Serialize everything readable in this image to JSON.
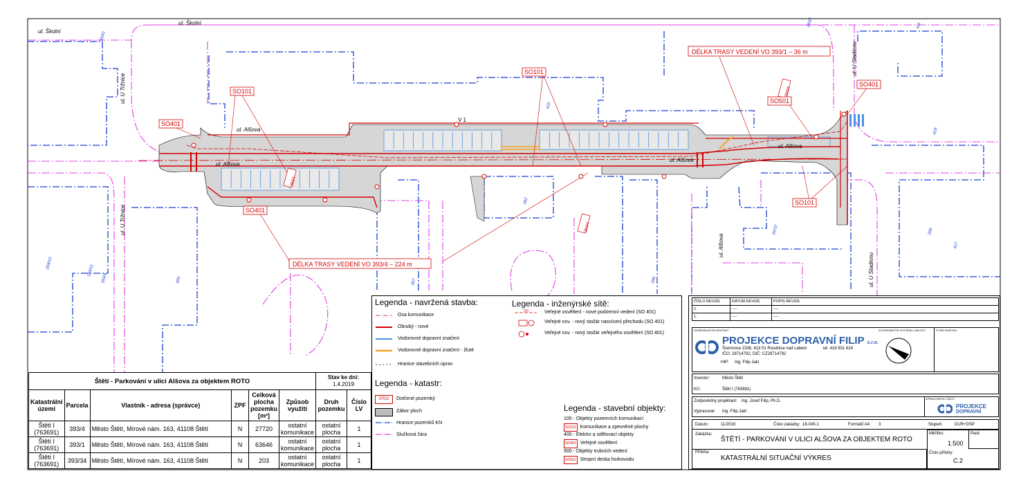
{
  "map": {
    "streets": [
      {
        "id": "skolni-1",
        "text": "ul. Školní"
      },
      {
        "id": "skolni-2",
        "text": "ul. Školní"
      },
      {
        "id": "trznice-1",
        "text": "ul. U Tržnice"
      },
      {
        "id": "trznice-2",
        "text": "ul. U Tržnice"
      },
      {
        "id": "alsova-1",
        "text": "ul. Alšova"
      },
      {
        "id": "alsova-2",
        "text": "ul. Alšova"
      },
      {
        "id": "alsova-3",
        "text": "ul. Alšova"
      },
      {
        "id": "alsova-4",
        "text": "ul. Alšova"
      },
      {
        "id": "stadionu-1",
        "text": "ul. U Stadionu"
      },
      {
        "id": "stadionu-2",
        "text": "ul. U Stadionu"
      }
    ],
    "parcels": [
      "393/1",
      "393/1",
      "411",
      "410",
      "418",
      "392",
      "397/2",
      "417",
      "269/10",
      "269/11",
      "393/4",
      "400",
      "397",
      "396",
      "399",
      "393/4",
      "393/4",
      "393/1"
    ],
    "so_labels": [
      "SO101",
      "SO101",
      "SO401",
      "SO401",
      "SO401",
      "SO501",
      "SO101"
    ],
    "route_36": "DÉLKA TRASY VEDENÍ VO 393/1 – 36 m",
    "route_224": "DÉLKA TRASY VEDENÍ VO 393/4 – 224 m",
    "v1": "V 1"
  },
  "legend_navrzena": {
    "title": "Legenda - navržená stavba:",
    "items": [
      "Osa komunikace",
      "Obrubý - nové",
      "Vodorovné dopravní značení",
      "Vodorovné dopravní značení - žluté",
      "Hranice stavebních úprav"
    ]
  },
  "legend_katastr": {
    "title": "Legenda - katastr:",
    "items": [
      "Dotčené pozemký",
      "Zábor ploch",
      "Hranice pozemků KN",
      "Slučková čára"
    ],
    "sample": "370/1"
  },
  "legend_site": {
    "title": "Legenda - inženýrské sítě:",
    "items": [
      "Veřejné osvětlení - nové podzemní vedení (SO 401)",
      "Veřejné osv. - nový stožár nasvícení přechodu (SO 401)",
      "Veřejné osv. - nový stožár veřejného osvětlení (SO 401)"
    ],
    "vo_tag": "VO"
  },
  "legend_objekty": {
    "title": "Legenda - stavební objekty:",
    "items": [
      {
        "badge": "",
        "text": "100 - Objekty pozemních komunikací"
      },
      {
        "badge": "SO101",
        "text": "Komunikace a zpevněné plochy"
      },
      {
        "badge": "",
        "text": "400 - Elektro a sdělovací objekty"
      },
      {
        "badge": "SO401",
        "text": "Veřejné osvětlení"
      },
      {
        "badge": "",
        "text": "500 - Objekty trubních vedení"
      },
      {
        "badge": "SO501",
        "text": "Stropní deska horkovodu"
      }
    ]
  },
  "parcel_table": {
    "title": "Štětí - Parkování v ulici Alšova za objektem ROTO",
    "stav_label": "Stav ke dni:",
    "stav_value": "1.4.2019",
    "headers": [
      "Katastrální území",
      "Parcela",
      "Vlastník - adresa (správce)",
      "ZPF",
      "Celková plocha pozemku [m²]",
      "Způsob využití",
      "Druh pozemku",
      "Číslo LV"
    ],
    "rows": [
      [
        "Štětí I (763691)",
        "393/4",
        "Město Štětí, Mírové nám. 163, 41108 Štětí",
        "N",
        "27720",
        "ostatní komunikace",
        "ostatní plocha",
        "1"
      ],
      [
        "Štětí I (763691)",
        "393/1",
        "Město Štětí, Mírové nám. 163, 41108 Štětí",
        "N",
        "63646",
        "ostatní komunikace",
        "ostatní plocha",
        "1"
      ],
      [
        "Štětí I (763691)",
        "393/34",
        "Město Štětí, Mírové nám. 163, 41108 Štětí",
        "N",
        "203",
        "ostatní komunikace",
        "ostatní plocha",
        "1"
      ]
    ]
  },
  "title_block": {
    "rev_headers": [
      "ČÍSLO REVIZE",
      "DATUM REVIZE",
      "POPIS REVIZE"
    ],
    "rev_rows": [
      [
        "2.",
        "----",
        "----"
      ],
      [
        "1.",
        "----",
        "----"
      ]
    ],
    "generalni": "GENERÁLNÍ PROJEKTANT",
    "company": "PROJEKCE DOPRAVNÍ FILIP",
    "company_suffix": "s.r.o.",
    "address": "Švermova 1336, 413 01  Roudnice nad Labem",
    "tel": "tel.  416 831 624",
    "ico": "IČO: 28714792, DIČ: CZ28714792",
    "cert_label": "KOORDINÁTOR SYSTÉMU JAKOSTI",
    "stamp_label": "OTISK RAZÍTKA",
    "hip_label": "HIP:",
    "hip_value": "Ing. Filip Jakl",
    "investor_label": "Investor:",
    "investor_value": "Město Štětí",
    "ku_label": "KÚ:",
    "ku_value": "Štětí I (763691)",
    "zodp_label": "Zodpovědný projektant:",
    "zodp_value": "Ing. Josef Filip, Ph.D.",
    "vypr_label": "Vypracoval:",
    "vypr_value": "Ing. Filip Jakl",
    "zprac_label": "ZPRACOVATEL ČÁSTI",
    "logo_small_1": "PROJEKCE",
    "logo_small_2": "DOPRAVNÍ",
    "datum_label": "Datum:",
    "datum_value": "11/2019",
    "zakazky_label": "Číslo zakázky:",
    "zakazky_value": "18-045-1",
    "format_label": "Formátů A4:",
    "format_value": "3",
    "stupen_label": "Stupeň:",
    "stupen_value": "DUR+DSP",
    "zakazka_label": "Zakázka:",
    "zakazka_value": "ŠTĚTÍ - PARKOVÁNÍ V ULICI ALŠOVA ZA OBJEKTEM ROTO",
    "meritko_label": "Měřítko:",
    "meritko_value": "1:500",
    "pare_label": "Paré:",
    "priloha_label": "Příloha:",
    "priloha_value": "KATASTRÁLNÍ SITUAČNÍ VÝKRES",
    "cislo_label": "Číslo přílohy:",
    "cislo_value": "C.2"
  },
  "colors": {
    "magenta": "#e040e0",
    "blue": "#1a3fd0",
    "red": "#d40000",
    "paving": "#d8d8d8",
    "marking": "#4a90e2",
    "yellow": "#f5a623"
  }
}
